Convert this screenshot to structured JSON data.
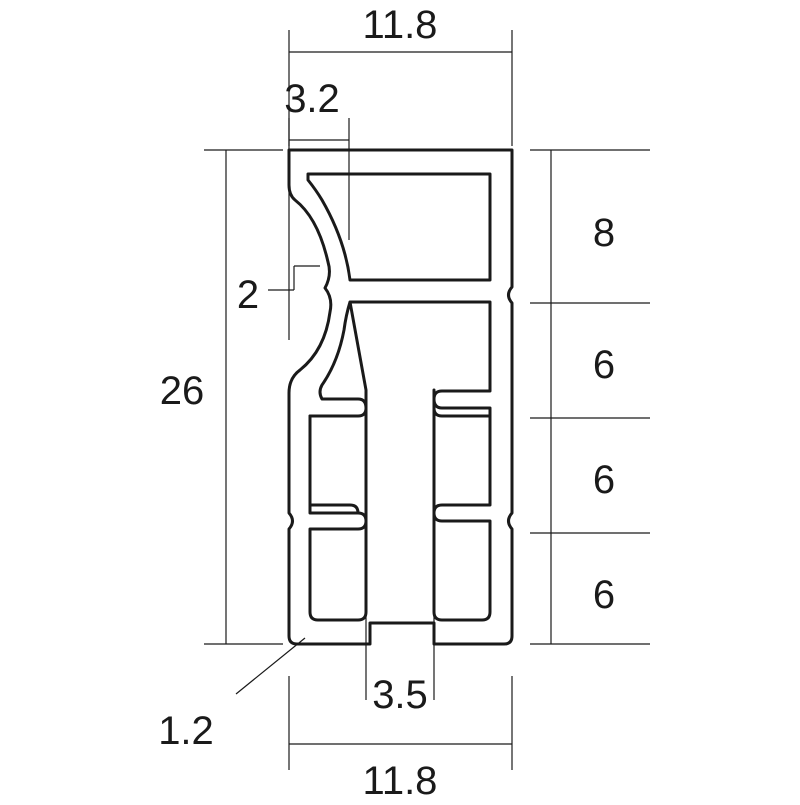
{
  "diagram": {
    "colors": {
      "line": "#1a1a1a",
      "background": "#ffffff"
    },
    "dimensions": {
      "top_width": "11.8",
      "lip_width": "3.2",
      "groove_depth": "2",
      "total_height": "26",
      "wall_thickness": "1.2",
      "slot_width": "3.5",
      "bottom_width": "11.8",
      "pitch_top": "8",
      "pitch_2": "6",
      "pitch_3": "6",
      "pitch_4": "6"
    }
  }
}
